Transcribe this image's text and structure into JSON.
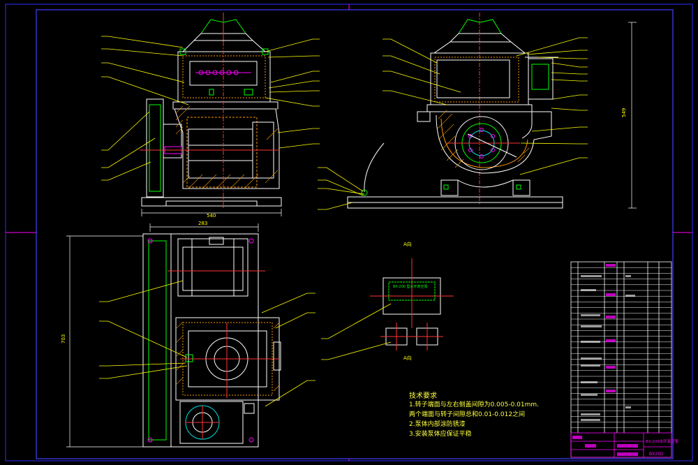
{
  "drawing": {
    "dimension_labels": {
      "top_width": "540",
      "top_height": "549",
      "plan_width": "283",
      "plan_height": "703"
    },
    "view_labels": {
      "panel_view": "A向",
      "sub_view": "A向"
    },
    "panel_text": "BX-200 型水环真空泵"
  },
  "tech_requirements": {
    "title": "技术要求",
    "items": [
      "1.转子端面与左右侧盖间隙为0.005-0.01mm.",
      "  两个端面与转子间隙总和0.01-0.012之间",
      "2.泵体内部涂防锈漆",
      "3.安装泵体应保证平稳"
    ]
  },
  "title_block": {
    "drawing_name": "BX-200水环真空泵",
    "drawing_code": "BX2SD"
  },
  "colors": {
    "frame": "#2020ff",
    "outline": "#ffffff",
    "hatch": "#ff9900",
    "detail": "#00ff00",
    "leader": "#ffff00",
    "center": "#ff3333",
    "accent": "#ff00ff",
    "cyan": "#00e0e0"
  }
}
